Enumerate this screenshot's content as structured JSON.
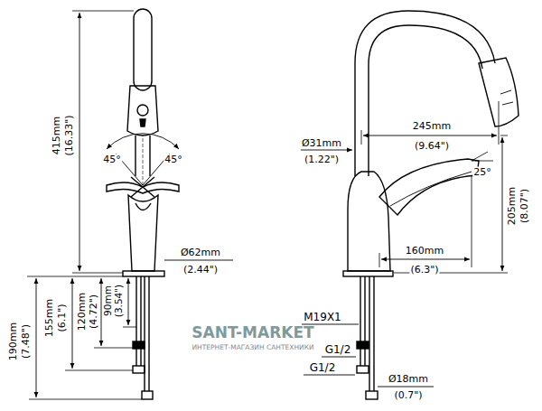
{
  "diagram": {
    "labels": [
      "415mm",
      "(16.33\")",
      "45°",
      "45°",
      "Ø62mm",
      "(2.44\")",
      "190mm",
      "(7.48\")",
      "155mm",
      "(6.1\")",
      "120mm",
      "(4.72\")",
      "90mm",
      "(3.54\")",
      "245mm",
      "(9.64\")",
      "Ø31mm",
      "(1.22\")",
      "25°",
      "205mm",
      "(8.07\")",
      "160mm",
      "(6.3\")",
      "M19X1",
      "G1/2",
      "G1/2",
      "Ø18mm",
      "(0.7\")",
      "SANT-MARKET",
      "ИНТЕРНЕТ-МАГАЗИН САНТЕХНИКИ"
    ]
  }
}
